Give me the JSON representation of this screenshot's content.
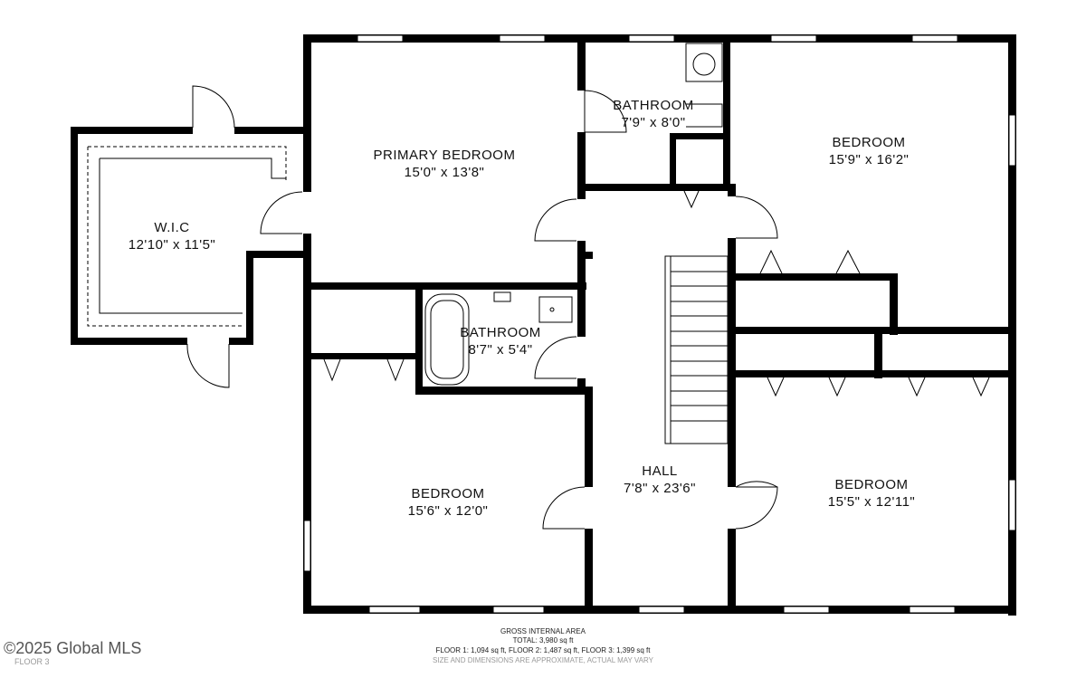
{
  "rooms": {
    "primary_bedroom": {
      "name": "PRIMARY BEDROOM",
      "dims": "15'0\" x 13'8\""
    },
    "bathroom_top": {
      "name": "BATHROOM",
      "dims": "7'9\" x 8'0\""
    },
    "bedroom_ne": {
      "name": "BEDROOM",
      "dims": "15'9\" x 16'2\""
    },
    "wic": {
      "name": "W.I.C",
      "dims": "12'10\" x 11'5\""
    },
    "bathroom_mid": {
      "name": "BATHROOM",
      "dims": "8'7\" x 5'4\""
    },
    "bedroom_sw": {
      "name": "BEDROOM",
      "dims": "15'6\" x 12'0\""
    },
    "hall": {
      "name": "HALL",
      "dims": "7'8\" x 23'6\""
    },
    "bedroom_se": {
      "name": "BEDROOM",
      "dims": "15'5\" x 12'11\""
    }
  },
  "footer": {
    "line1": "GROSS INTERNAL AREA",
    "line2": "TOTAL: 3,980 sq ft",
    "line3": "FLOOR 1: 1,094 sq ft, FLOOR 2: 1,487 sq ft, FLOOR 3: 1,399 sq ft",
    "line4": "SIZE AND DIMENSIONS ARE APPROXIMATE, ACTUAL MAY VARY"
  },
  "watermark": "©2025 Global MLS",
  "floor_label": "FLOOR 3"
}
